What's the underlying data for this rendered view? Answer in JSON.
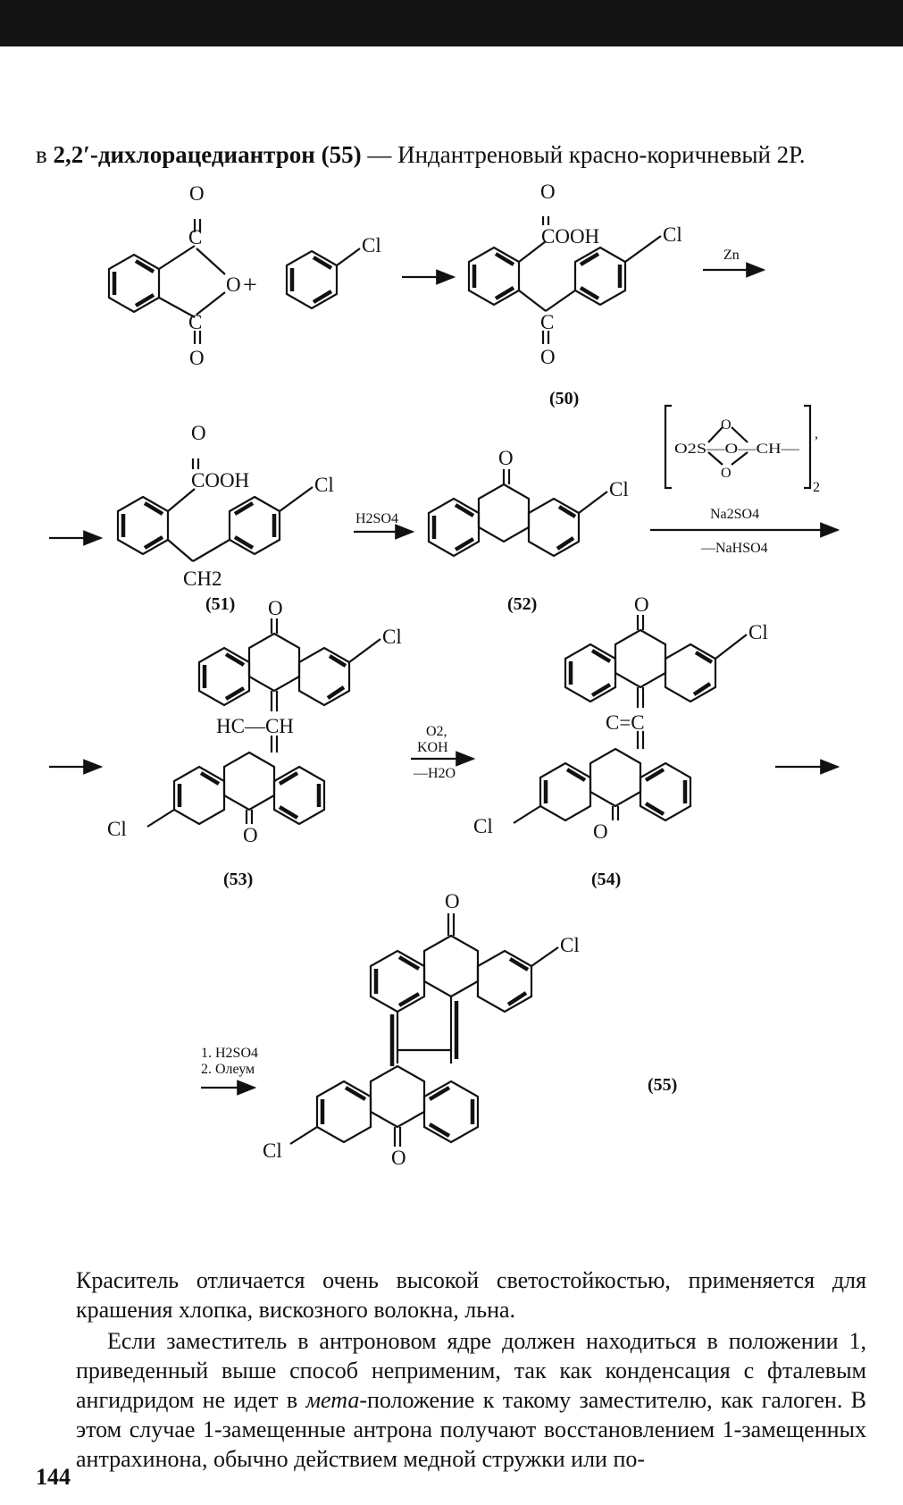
{
  "intro": {
    "prefix": "в",
    "compound": "2,2′-дихлорацедиантрон",
    "number": "(55)",
    "rest": " — Индантреновый красно-коричневый 2Р."
  },
  "scheme": {
    "atoms": {
      "o": "O",
      "c": "C",
      "cl": "Cl",
      "cooh": "COOH",
      "ch2": "CH2",
      "hc_ch": "HC—CH",
      "c_eq_c": "C=C"
    },
    "labels": {
      "c50": "(50)",
      "c51": "(51)",
      "c52": "(52)",
      "c53": "(53)",
      "c54": "(54)",
      "c55": "(55)"
    },
    "reagents": {
      "zn": "Zn",
      "h2so4": "H2SO4",
      "sulfate_ring": "O2S—O—CH—",
      "sulfate_sub": "2",
      "na2so4": "Na2SO4",
      "minus_nahso4": "—NaHSO4",
      "o2": "O2,",
      "koh": "KOH",
      "minus_h2o": "—H2O",
      "step1": "1. H2SO4",
      "step2": "2. Олеум"
    }
  },
  "paragraphs": {
    "p1": "Краситель отличается очень высокой светостойкостью, применяется для крашения хлопка, вискозного волокна, льна.",
    "p2_a": "Если заместитель в антроновом ядре должен находиться в положении 1, приведенный выше способ неприменим, так как конденсация с фталевым ангидридом не идет в ",
    "p2_em": "мета",
    "p2_b": "-положение к такому заместителю, как галоген. В этом случае 1-замещенные антрона получают восстановлением 1-замещенных антрахинона, обычно действием медной стружки или по-"
  },
  "page_number": "144"
}
